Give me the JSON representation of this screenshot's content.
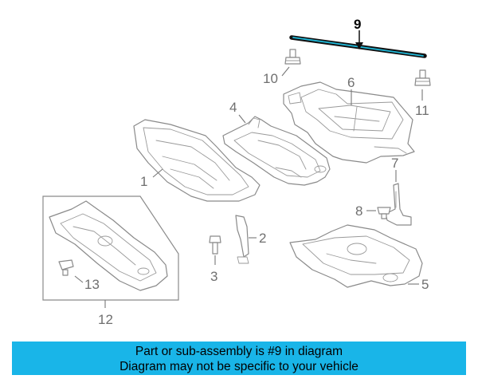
{
  "diagram": {
    "callouts": {
      "c1": "1",
      "c2": "2",
      "c3": "3",
      "c4": "4",
      "c5": "5",
      "c6": "6",
      "c7": "7",
      "c8": "8",
      "c9": "9",
      "c10": "10",
      "c11": "11",
      "c12": "12",
      "c13": "13"
    },
    "highlighted_part": "9",
    "colors": {
      "highlight": "#1fb8d8",
      "banner": "#19b5e8",
      "line": "#8a8a8a"
    }
  },
  "banner": {
    "line1": "Part or sub-assembly is #9 in diagram",
    "line2": "Diagram may not be specific to your vehicle"
  }
}
